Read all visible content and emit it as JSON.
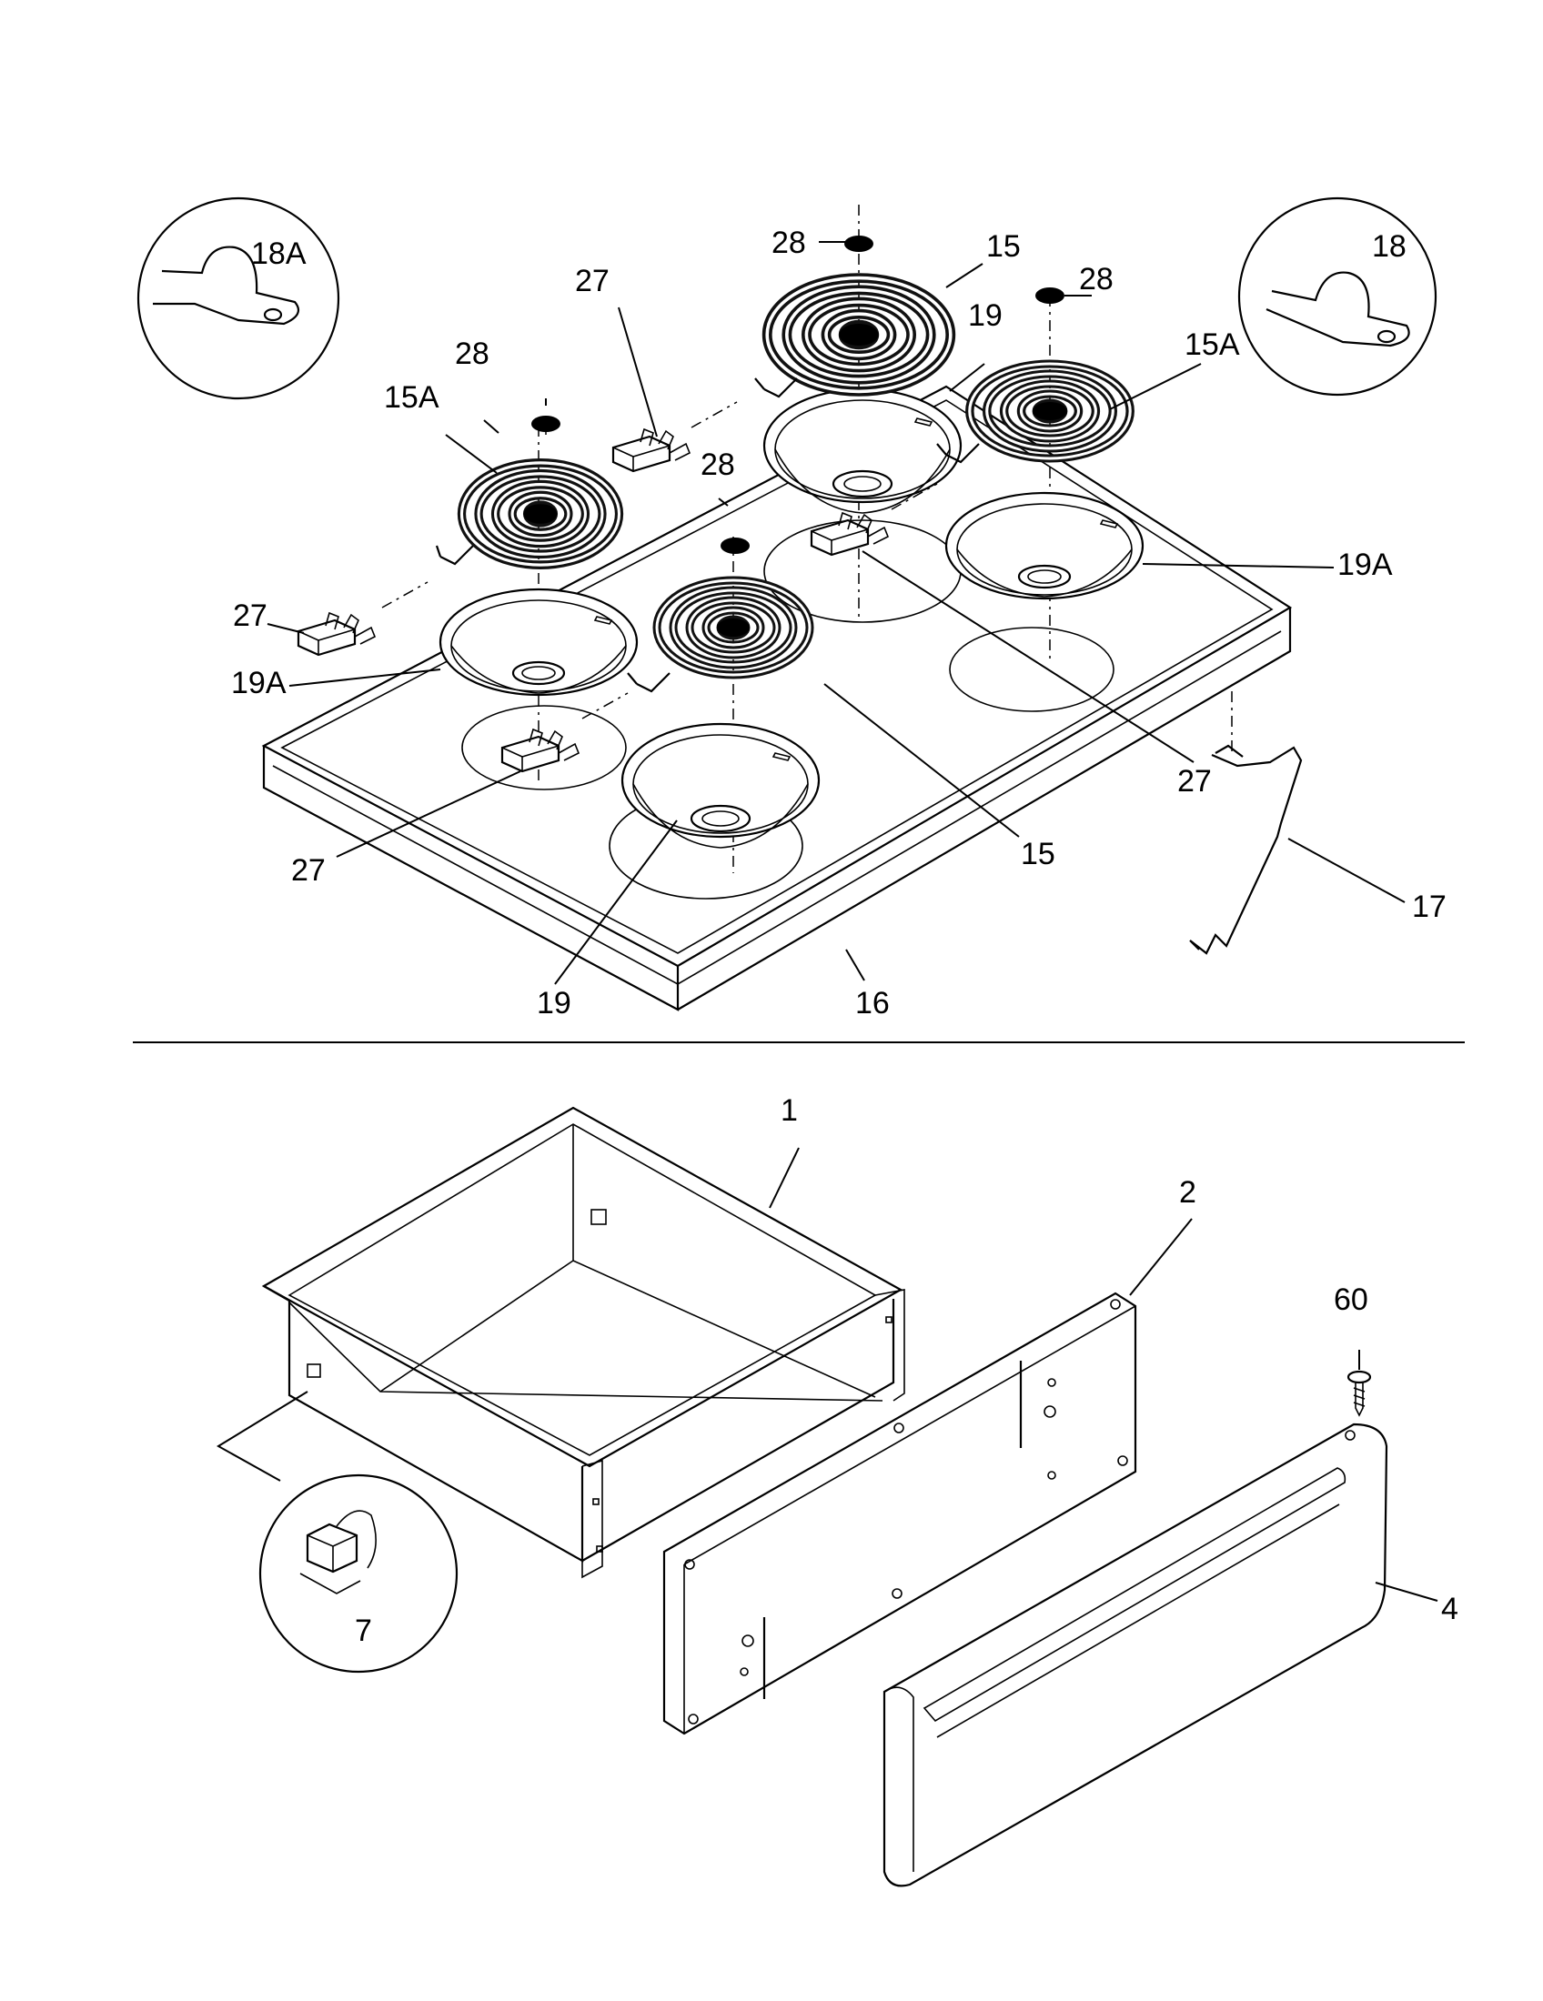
{
  "figure": {
    "callouts": {
      "c28a": "28",
      "c15a": "15",
      "c18A": "18A",
      "c18": "18",
      "c27a": "27",
      "c28b": "28",
      "c28c": "28",
      "c15A_left": "15A",
      "c15A_right": "15A",
      "c19a": "19",
      "c28d": "28",
      "c27b": "27",
      "c19A_right": "19A",
      "c19A_left": "19A",
      "c27c": "27",
      "c27d": "27",
      "c15b": "15",
      "c17": "17",
      "c19b": "19",
      "c16": "16",
      "c1": "1",
      "c2": "2",
      "c60": "60",
      "c4": "4",
      "c7": "7"
    }
  }
}
